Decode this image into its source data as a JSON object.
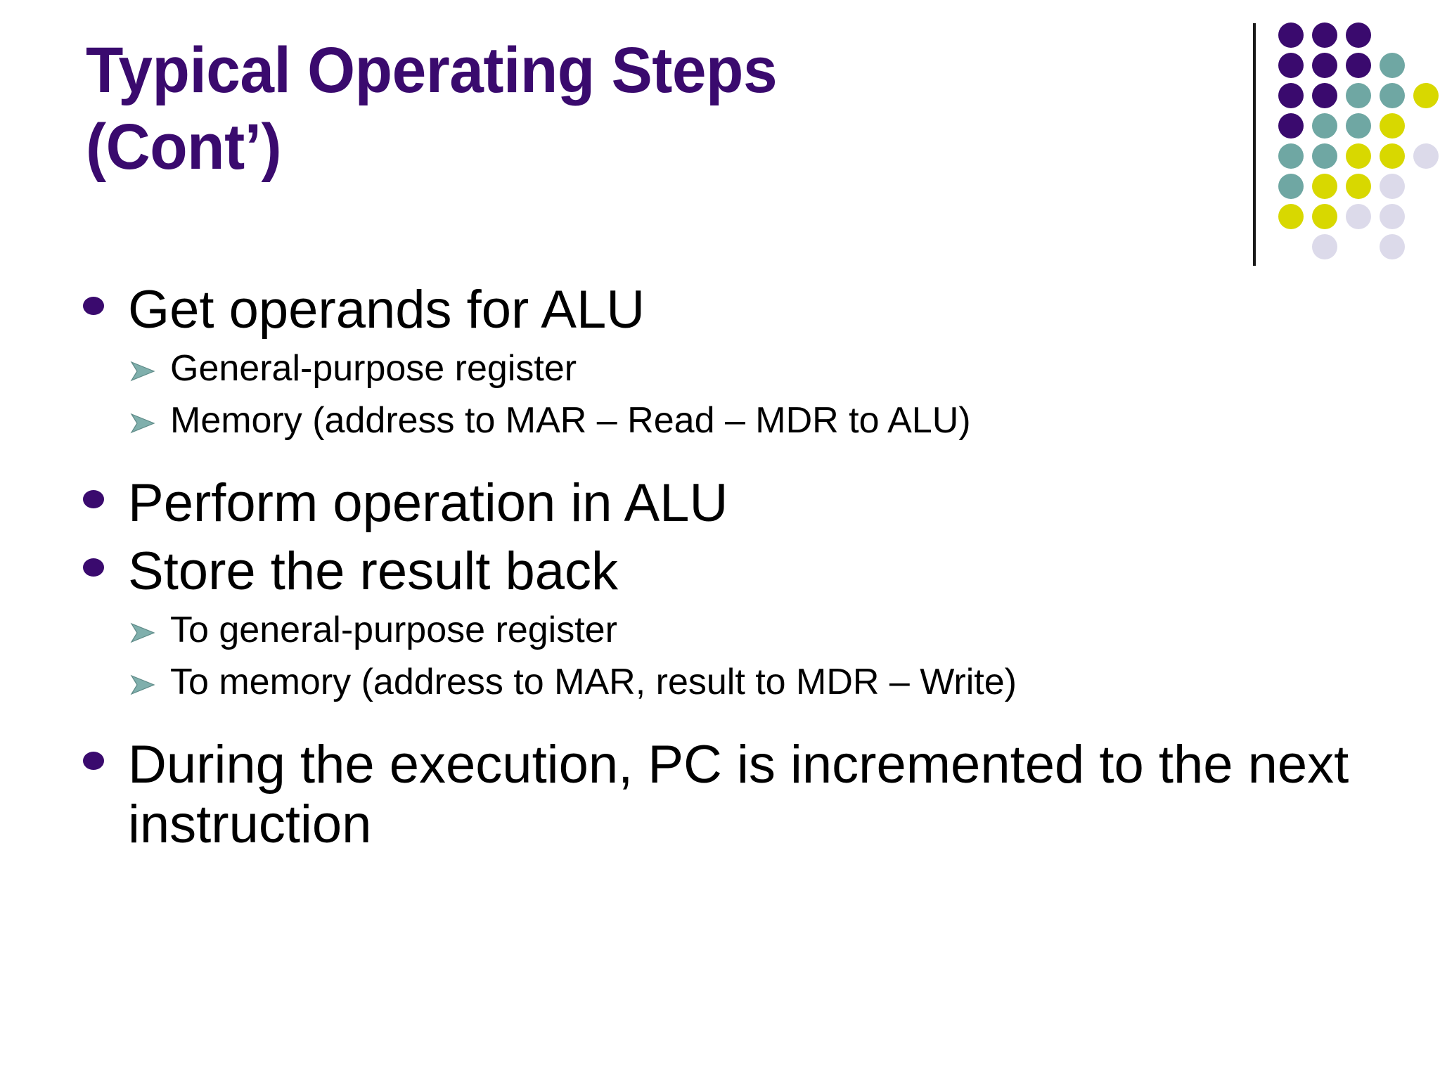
{
  "slide": {
    "title": "Typical Operating Steps\n(Cont’)",
    "title_color": "#3A0A6E",
    "background_color": "#FFFFFF",
    "body_text_color": "#000000"
  },
  "logo": {
    "name": "dot-matrix-logo",
    "divider_color": "#1A1A1A",
    "colors": {
      "purple": "#3A0A6E",
      "teal": "#6FA7A3",
      "yellow": "#D8D800",
      "lavender": "#DCDAEA"
    },
    "grid": [
      [
        "purple",
        "purple",
        "purple",
        "none",
        "none"
      ],
      [
        "purple",
        "purple",
        "purple",
        "teal",
        "none"
      ],
      [
        "purple",
        "purple",
        "teal",
        "teal",
        "yellow"
      ],
      [
        "purple",
        "teal",
        "teal",
        "yellow",
        "none"
      ],
      [
        "teal",
        "teal",
        "yellow",
        "yellow",
        "lavender"
      ],
      [
        "teal",
        "yellow",
        "yellow",
        "lavender",
        "none"
      ],
      [
        "yellow",
        "yellow",
        "lavender",
        "lavender",
        "none"
      ],
      [
        "none",
        "lavender",
        "none",
        "lavender",
        "none"
      ]
    ]
  },
  "bullets": {
    "marker_level1": "•",
    "marker_level2": "➢",
    "items": [
      {
        "level": 1,
        "text": "Get operands for ALU"
      },
      {
        "level": 2,
        "text": "General-purpose register"
      },
      {
        "level": 2,
        "text": "Memory (address to MAR – Read – MDR to ALU)"
      },
      {
        "level": 1,
        "text": "Perform operation in ALU"
      },
      {
        "level": 1,
        "text": "Store the result back"
      },
      {
        "level": 2,
        "text": "To general-purpose register"
      },
      {
        "level": 2,
        "text": "To memory (address to MAR, result to MDR – Write)"
      },
      {
        "level": 1,
        "text": "During the execution, PC is incremented to the next instruction"
      }
    ]
  }
}
